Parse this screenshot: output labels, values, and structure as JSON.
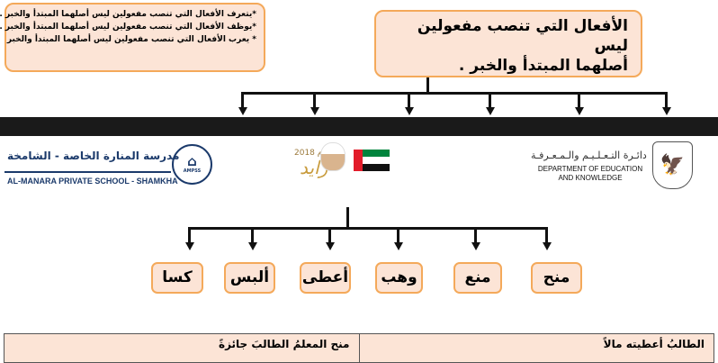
{
  "objectives": [
    "*يتعرف الأفعال التي تنصب مفعولين ليس أصلهما المبتدأ والخبر .",
    "*يوظف الأفعال التي تنصب مفعولين ليس أصلهما المبتدأ والخبر .",
    "* يعرب الأفعال التي تنصب مفعولين ليس أصلهما المبتدأ والخبر"
  ],
  "lesson_title_line1": "الأفعال التي تنصب مفعولين ليس",
  "lesson_title_line2": "أصلهما المبتدأ والخبر .",
  "school": {
    "name_ar": "مدرسة المنارة الخاصة - الشامخة",
    "name_en": "AL-MANARA PRIVATE SCHOOL - SHAMKHA",
    "logo_text": "AMPSS"
  },
  "zayed": {
    "year": "عام 2018",
    "name": "زايد"
  },
  "department": {
    "name_ar": "دائـرة التـعـلـيـم والـمـعـرفـة",
    "name_en_line1": "DEPARTMENT OF EDUCATION",
    "name_en_line2": "AND KNOWLEDGE"
  },
  "verbs": [
    "منح",
    "منع",
    "وهب",
    "أعطى",
    "ألبس",
    "كسا"
  ],
  "examples": [
    "منح المعلمُ الطالبَ جائزةً",
    "الطالبُ أعطيته مالاً"
  ],
  "colors": {
    "box_fill": "#fce4d6",
    "box_border": "#f4a95a",
    "school_blue": "#1b3a6b"
  }
}
